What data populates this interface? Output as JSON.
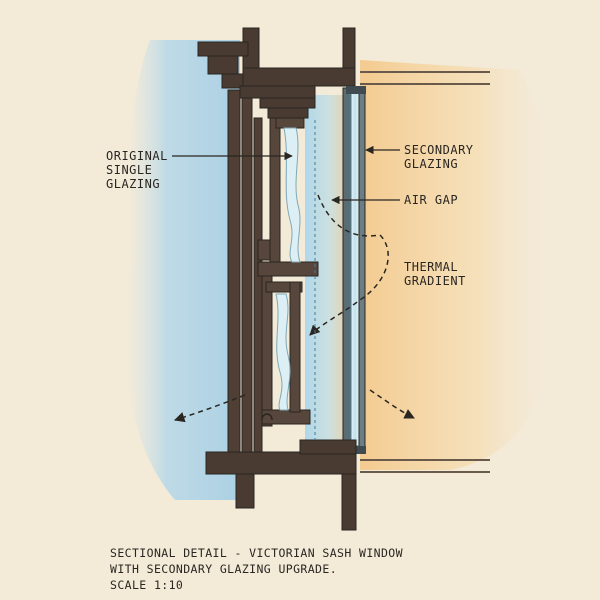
{
  "labels": {
    "original_glazing": [
      "ORIGINAL",
      "SINGLE",
      "GLAZING"
    ],
    "secondary_glazing": [
      "SECONDARY",
      "GLAZING"
    ],
    "air_gap": "AIR GAP",
    "thermal_gradient": [
      "THERMAL",
      "GRADIENT"
    ]
  },
  "caption": [
    "SECTIONAL DETAIL - VICTORIAN SASH WINDOW",
    "WITH SECONDARY GLAZING UPGRADE.",
    "SCALE 1:10"
  ],
  "colors": {
    "paper": "#f3ead8",
    "cold_wash": "#a9d0e6",
    "warm_wash": "#f4cf92",
    "timber": "#4a3b32",
    "glass": "#bfe1ee",
    "ink": "#2a2622"
  },
  "icons": [
    "arrow-left-icon",
    "arrow-down-left-icon",
    "arrow-down-right-icon",
    "arrow-right-icon"
  ]
}
